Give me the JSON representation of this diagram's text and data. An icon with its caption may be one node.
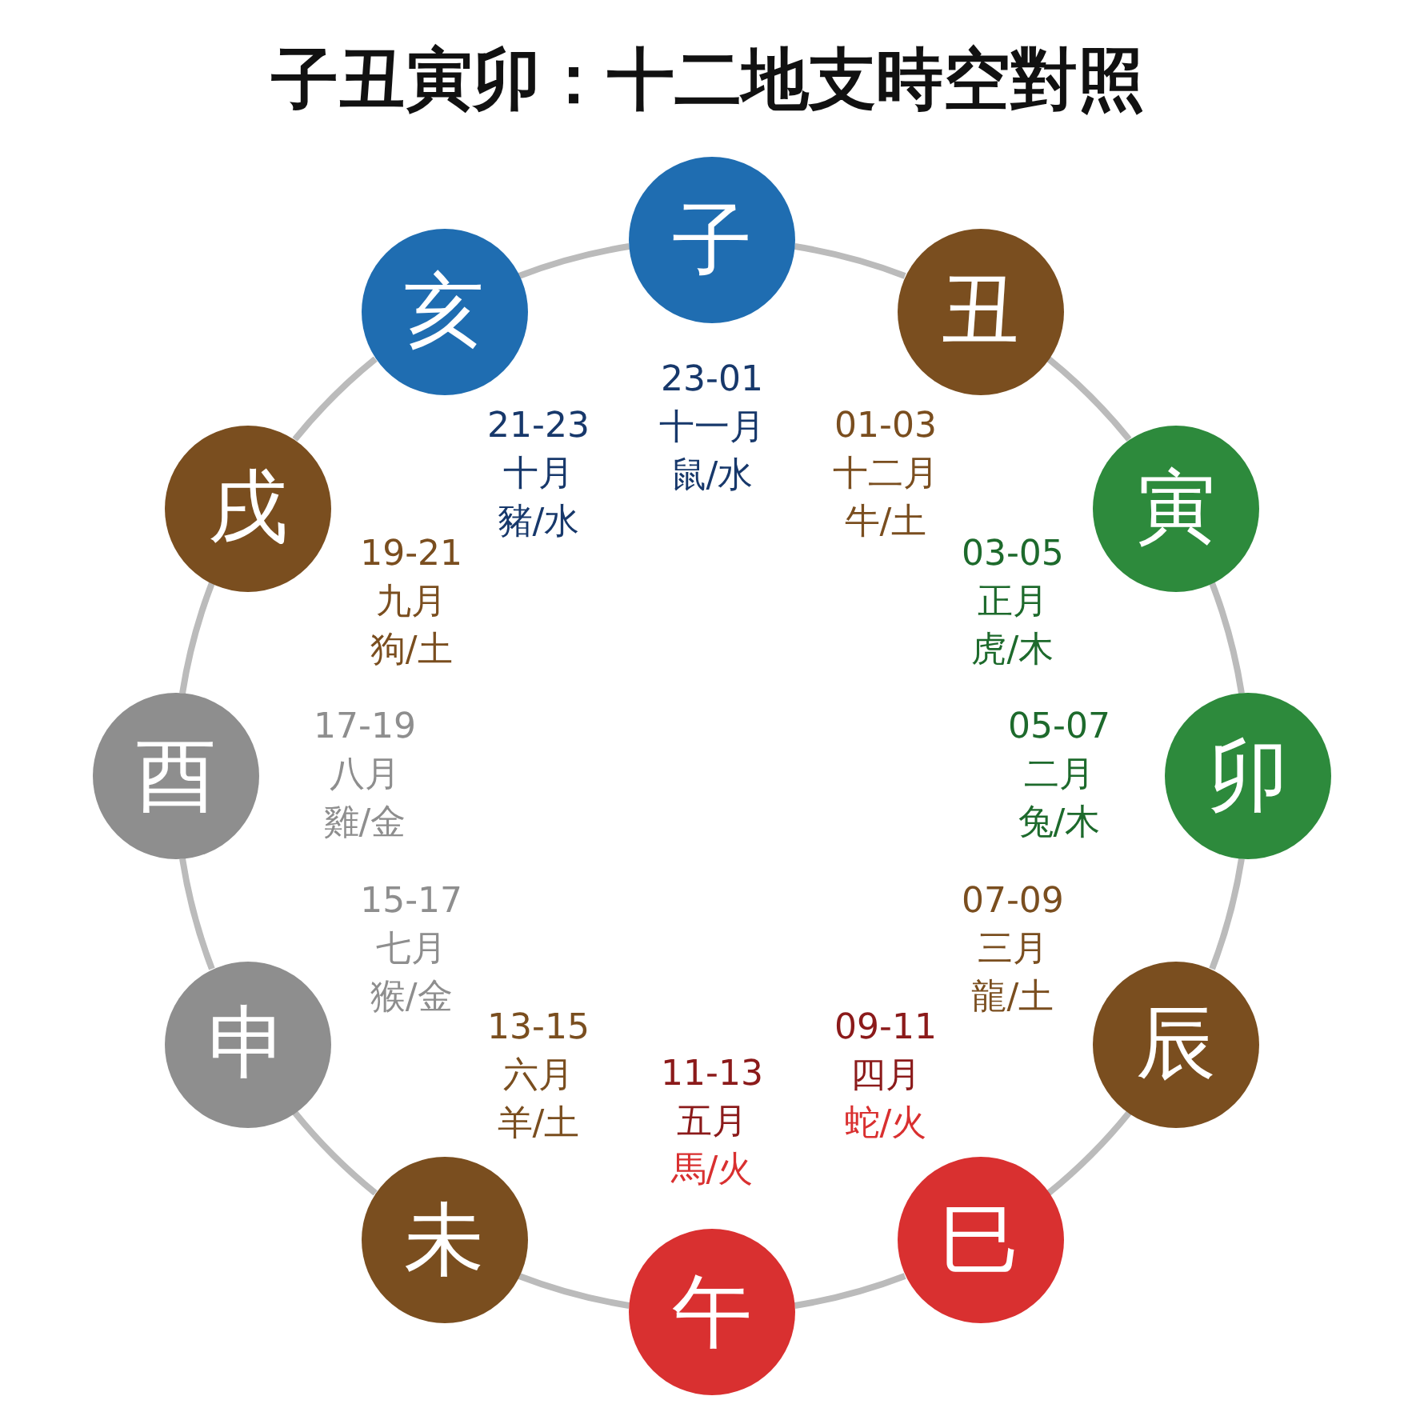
{
  "diagram": {
    "title": "子丑寅卯：十二地支時空對照",
    "nodes": [
      {
        "text": [
          "子"
        ],
        "beside": [
          "23-01",
          "十一月",
          "鼠/水"
        ]
      },
      {
        "text": [
          "丑"
        ],
        "beside": [
          "01-03",
          "十二月",
          "牛/土"
        ]
      },
      {
        "text": [
          "寅"
        ],
        "beside": [
          "03-05",
          "正月",
          "虎/木"
        ]
      },
      {
        "text": [
          "卯"
        ],
        "beside": [
          "05-07",
          "二月",
          "兔/木"
        ]
      },
      {
        "text": [
          "辰"
        ],
        "beside": [
          "07-09",
          "三月",
          "龍/土"
        ]
      },
      {
        "text": [
          "巳"
        ],
        "beside": [
          "09-11",
          "四月",
          "蛇/火"
        ]
      },
      {
        "text": [
          "午"
        ],
        "beside": [
          "11-13",
          "五月",
          "馬/火"
        ]
      },
      {
        "text": [
          "未"
        ],
        "beside": [
          "13-15",
          "六月",
          "羊/土"
        ]
      },
      {
        "text": [
          "申"
        ],
        "beside": [
          "15-17",
          "七月",
          "猴/金"
        ]
      },
      {
        "text": [
          "酉"
        ],
        "beside": [
          "17-19",
          "八月",
          "雞/金"
        ]
      },
      {
        "text": [
          "戌"
        ],
        "beside": [
          "19-21",
          "九月",
          "狗/土"
        ]
      },
      {
        "text": [
          "亥"
        ],
        "beside": [
          "21-23",
          "十月",
          "豬/水"
        ]
      }
    ],
    "edges": [
      {
        "from": 0,
        "to": 1,
        "arrow": "none"
      },
      {
        "from": 1,
        "to": 2,
        "arrow": "none"
      },
      {
        "from": 2,
        "to": 3,
        "arrow": "none"
      },
      {
        "from": 3,
        "to": 4,
        "arrow": "none"
      },
      {
        "from": 4,
        "to": 5,
        "arrow": "none"
      },
      {
        "from": 5,
        "to": 6,
        "arrow": "none"
      },
      {
        "from": 6,
        "to": 7,
        "arrow": "none"
      },
      {
        "from": 7,
        "to": 8,
        "arrow": "none"
      },
      {
        "from": 8,
        "to": 9,
        "arrow": "none"
      },
      {
        "from": 9,
        "to": 10,
        "arrow": "none"
      },
      {
        "from": 10,
        "to": 11,
        "arrow": "none"
      },
      {
        "from": 11,
        "to": 0,
        "arrow": "none"
      }
    ]
  }
}
